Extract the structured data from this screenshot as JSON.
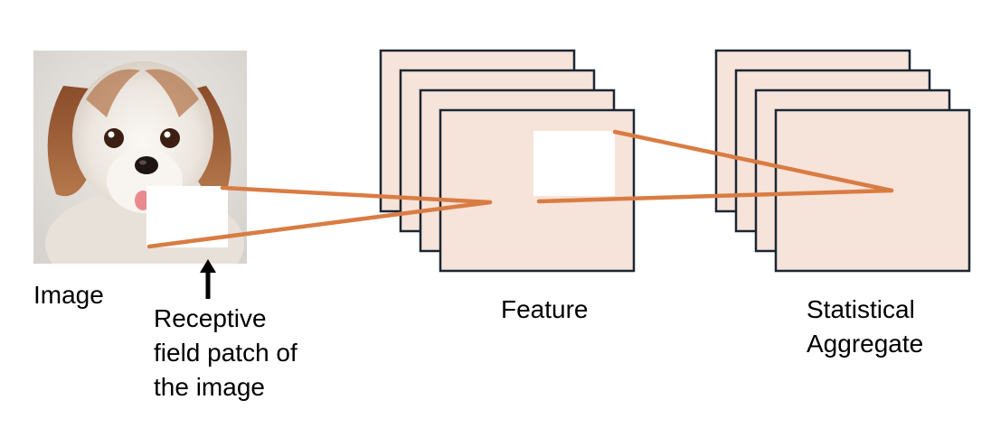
{
  "labels": {
    "image": "Image",
    "receptive": [
      "Receptive",
      "field patch of",
      "the image"
    ],
    "feature": "Feature",
    "aggregate": [
      "Statistical",
      "Aggregate"
    ]
  },
  "colors": {
    "panel_fill": "#F6E3D9",
    "panel_stroke": "#1B2633",
    "connector": "#D97C43",
    "patch": "#FFFFFF",
    "arrow": "#000000"
  },
  "icons": {
    "image": "puppy-photo"
  }
}
